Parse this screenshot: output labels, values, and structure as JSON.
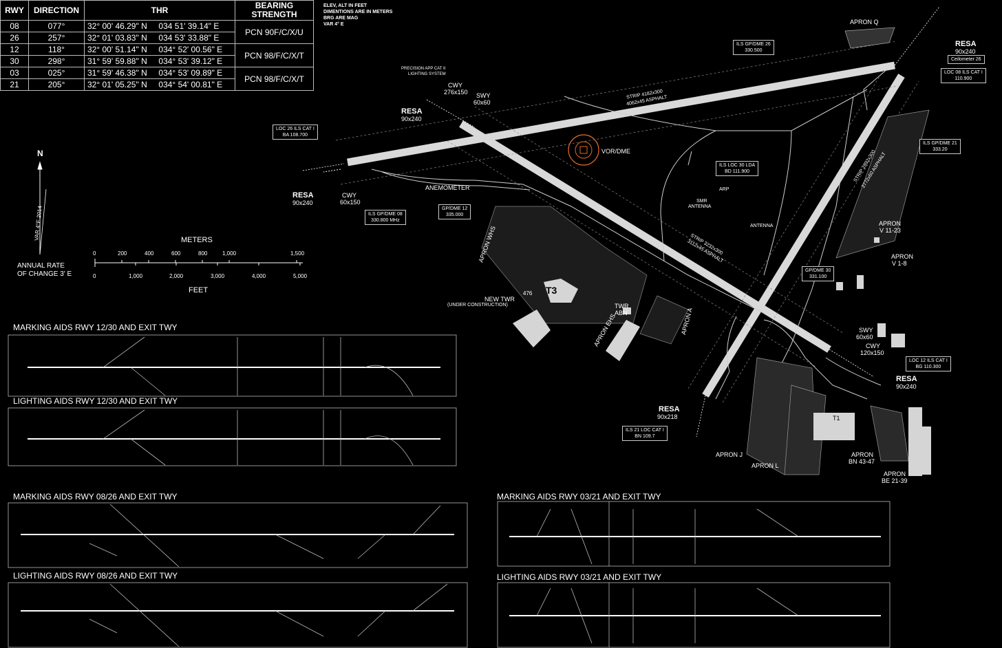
{
  "table": {
    "headers": [
      "RWY",
      "DIRECTION",
      "THR",
      "BEARING STRENGTH"
    ],
    "rows": [
      {
        "rwy": "08",
        "dir": "077°",
        "thr": "32° 00' 46.29\" N     034 51' 39.14\" E",
        "pcn": "PCN  90F/C/X/U"
      },
      {
        "rwy": "26",
        "dir": "257°",
        "thr": "32° 01' 03.83\" N     034 53' 33.88\" E",
        "pcn": ""
      },
      {
        "rwy": "12",
        "dir": "118°",
        "thr": "32° 00' 51.14\" N     034° 52' 00.56\" E",
        "pcn": "PCN  98/F/C/X/T"
      },
      {
        "rwy": "30",
        "dir": "298°",
        "thr": "31° 59' 59.88\" N     034° 53' 39.12\" E",
        "pcn": ""
      },
      {
        "rwy": "03",
        "dir": "025°",
        "thr": "31° 59' 46.38\" N     034° 53' 09.89\" E",
        "pcn": "PCN  98/F/C/X/T"
      },
      {
        "rwy": "21",
        "dir": "205°",
        "thr": "32° 01' 05.25\" N     034° 54' 00.81\" E",
        "pcn": ""
      }
    ]
  },
  "notes": [
    "ELEV, ALT IN FEET",
    "DIMENTIONS ARE IN METERS",
    "BRG ARE MAG",
    "VAR 4° E"
  ],
  "north": {
    "label": "N",
    "var": "VAR 4°E 2014",
    "annual1": "ANNUAL RATE",
    "annual2": "OF CHANGE 3' E"
  },
  "scale": {
    "meters_title": "METERS",
    "feet_title": "FEET",
    "meters": [
      "0",
      "200",
      "400",
      "600",
      "800",
      "1,000",
      "1,500"
    ],
    "feet": [
      "0",
      "1,000",
      "2,000",
      "3,000",
      "4,000",
      "5,000"
    ]
  },
  "labels": {
    "resa_08": "RESA",
    "resa_08_dim": "90x240",
    "resa_26": "RESA",
    "resa_26_dim": "90x240",
    "ceilometer": "Ceilometer 26",
    "resa_12": "RESA",
    "resa_12_dim": "90x240",
    "resa_30": "RESA",
    "resa_30_dim": "90x240",
    "resa_03": "RESA",
    "resa_03_dim": "90x218",
    "cwy_12": "CWY",
    "cwy_12_dim": "276x150",
    "swy_12": "SWY",
    "swy_12_dim": "60x60",
    "cwy_08": "CWY",
    "cwy_08_dim": "60x150",
    "swy_30": "SWY",
    "swy_30_dim": "60x60",
    "cwy_30": "CWY",
    "cwy_30_dim": "120x150",
    "precision": "PRECISION APP CAT II",
    "lighting": "LIGHTING SYSTEM",
    "vor": "VOR/DME",
    "anemometer": "ANEMOMETER",
    "strip_0826": "STRIP 4182x300",
    "asph_0826": "4062x45 ASPHALT",
    "strip_1230": "STRIP 3232x300",
    "asph_1230": "3112x45 ASPHALT",
    "strip_0321": "STRIP 2892x300",
    "asph_0321": "2772x60 ASPHALT",
    "apron_q": "APRON Q",
    "apron_whs": "APRON WHS",
    "apron_ehs": "APRON EHS",
    "apron_a": "APRON A",
    "apron_j": "APRON J",
    "apron_l": "APRON L",
    "apron_v1123": "APRON",
    "apron_v1123b": "V 11-23",
    "apron_v18": "APRON",
    "apron_v18b": "V 1-8",
    "apron_bn": "APRON",
    "apron_bnb": "BN 43-47",
    "apron_be": "APRON",
    "apron_beb": "BE 21-39",
    "t3": "T3",
    "t1": "T1",
    "new_twr": "NEW TWR",
    "under_con": "(UNDER CONSTRUCTION)",
    "twr_elev": "476",
    "twr_abn": "TWR",
    "twr_abn2": "ABN",
    "smr": "SMR",
    "smr2": "ANTENNA",
    "antenna": "ANTENNA",
    "arp": "ARP"
  },
  "boxes": {
    "loc26": [
      "LOC 26 ILS CAT I",
      "BA 108.700"
    ],
    "ils_gp08": [
      "ILS GP/DME 08",
      "330.800 MHz"
    ],
    "gpdme12": [
      "GP/DME 12",
      "335.000"
    ],
    "ils_gp26": [
      "ILS GP/DME 26",
      "330.500"
    ],
    "loc08": [
      "LOC 08 ILS CAT I",
      "110.900"
    ],
    "ils_gp21": [
      "ILS GP/DME 21",
      "333.20"
    ],
    "loc30": [
      "ILS LOC 30 LDA",
      "BD 111.900"
    ],
    "gpdme30": [
      "GP/DME 30",
      "331.100"
    ],
    "loc12": [
      "LOC 12 ILS CAT I",
      "BG 110.300"
    ],
    "ils21loc": [
      "ILS 21 LOC CAT I",
      "BN 109.7"
    ]
  },
  "panels": {
    "p1": "MARKING AIDS RWY 12/30 AND EXIT TWY",
    "p2": "LIGHTING AIDS RWY 12/30 AND EXIT TWY",
    "p3": "MARKING AIDS RWY 08/26 AND EXIT TWY",
    "p4": "LIGHTING AIDS RWY 08/26 AND EXIT TWY",
    "p5": "MARKING AIDS RWY 03/21 AND EXIT TWY",
    "p6": "LIGHTING AIDS RWY 03/21 AND EXIT TWY"
  },
  "colors": {
    "background": "#000000",
    "runway": "#d9d9d9",
    "taxi_label": "#28b8c8",
    "vor": "#e06a2a",
    "line": "#ffffff"
  }
}
